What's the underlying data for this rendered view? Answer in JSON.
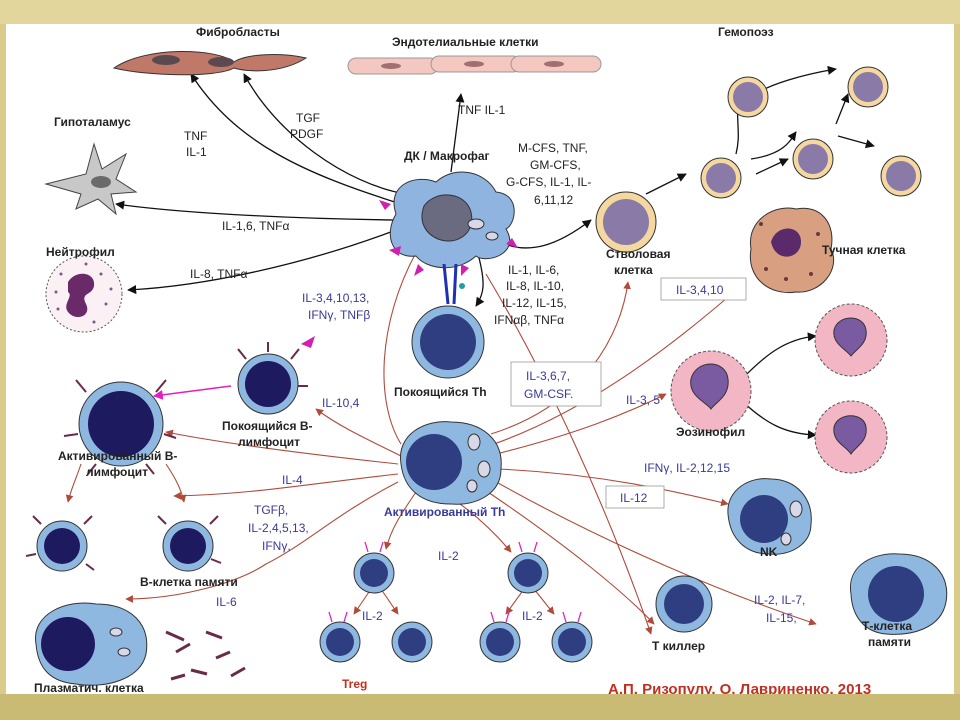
{
  "title_cells": {
    "fibroblasts": "Фибробласты",
    "endothelial": "Эндотелиальные клетки",
    "hemopoiesis": "Гемопоэз",
    "hypothalamus": "Гипоталамус",
    "dc_macrophage": "ДК / Макрофаг",
    "neutrophil": "Нейтрофил",
    "stem_cell_1": "Стволовая",
    "stem_cell_2": "клетка",
    "mast_cell": "Тучная клетка",
    "resting_th": "Покоящийся Th",
    "resting_b_1": "Покоящийся В-",
    "resting_b_2": "лимфоцит",
    "activated_b_1": "Активированный  В-",
    "activated_b_2": "лимфоцит",
    "activated_th": "Активированный Th",
    "eosinophil": "Эозинофил",
    "nk": "NK",
    "memory_b": "В-клетка памяти",
    "plasma": "Плазматич. клетка",
    "treg": "Treg",
    "t_killer": "Т киллер",
    "memory_t_1": "Т-клетка",
    "memory_t_2": "памяти"
  },
  "cytokines": {
    "fibro_tgf_1": "TGF",
    "fibro_tgf_2": "PDGF",
    "hypo_tnf_1": "TNF",
    "hypo_tnf_2": "IL-1",
    "endo": "TNF  IL-1",
    "hemo_1": "M-CFS, TNF,",
    "hemo_2": "GM-CFS,",
    "hemo_3": "G-CFS,  IL-1, IL-",
    "hemo_4": "6,11,12",
    "il16tnf": "IL-1,6, TNFα",
    "il8tnf": "IL-8, TNFα",
    "th_list_1": "IL-1, IL-6,",
    "th_list_2": "IL-8, IL-10,",
    "th_list_3": "IL-12, IL-15,",
    "th_list_4": "IFNαβ, TNFα",
    "act_to_dc_1": "IL-3,4,10,13,",
    "act_to_dc_2": "IFNγ, TNFβ",
    "mast_box": "IL-3,4,10",
    "stem_box_1": "IL-3,6,7,",
    "stem_box_2": "GM-CSF.",
    "eos": "IL-3, 5",
    "il104": "IL-10,4",
    "il4": "IL-4",
    "nk_line": "IFNγ, IL-2,12,15",
    "il12_box": "IL-12",
    "tgf_1": "TGFβ,",
    "tgf_2": "IL-2,4,5,13,",
    "tgf_3": "IFNγ,",
    "il6": "IL-6",
    "il2_top": "IL-2",
    "il2_left": "IL-2",
    "il2_right": "IL-2",
    "mem_t_1": "IL-2, IL-7,",
    "mem_t_2": "IL-15,"
  },
  "credit": "А.П. Ризопулу, О. Лавриненко, 2013",
  "colors": {
    "cell_fill": "#8fb8e0",
    "nucleus": "#2a2a78",
    "arrow_red": "#b04a3a",
    "purple_cell": "#8a7aa8",
    "pink_cell": "#f2b6c4",
    "credit_red": "#c03020"
  }
}
